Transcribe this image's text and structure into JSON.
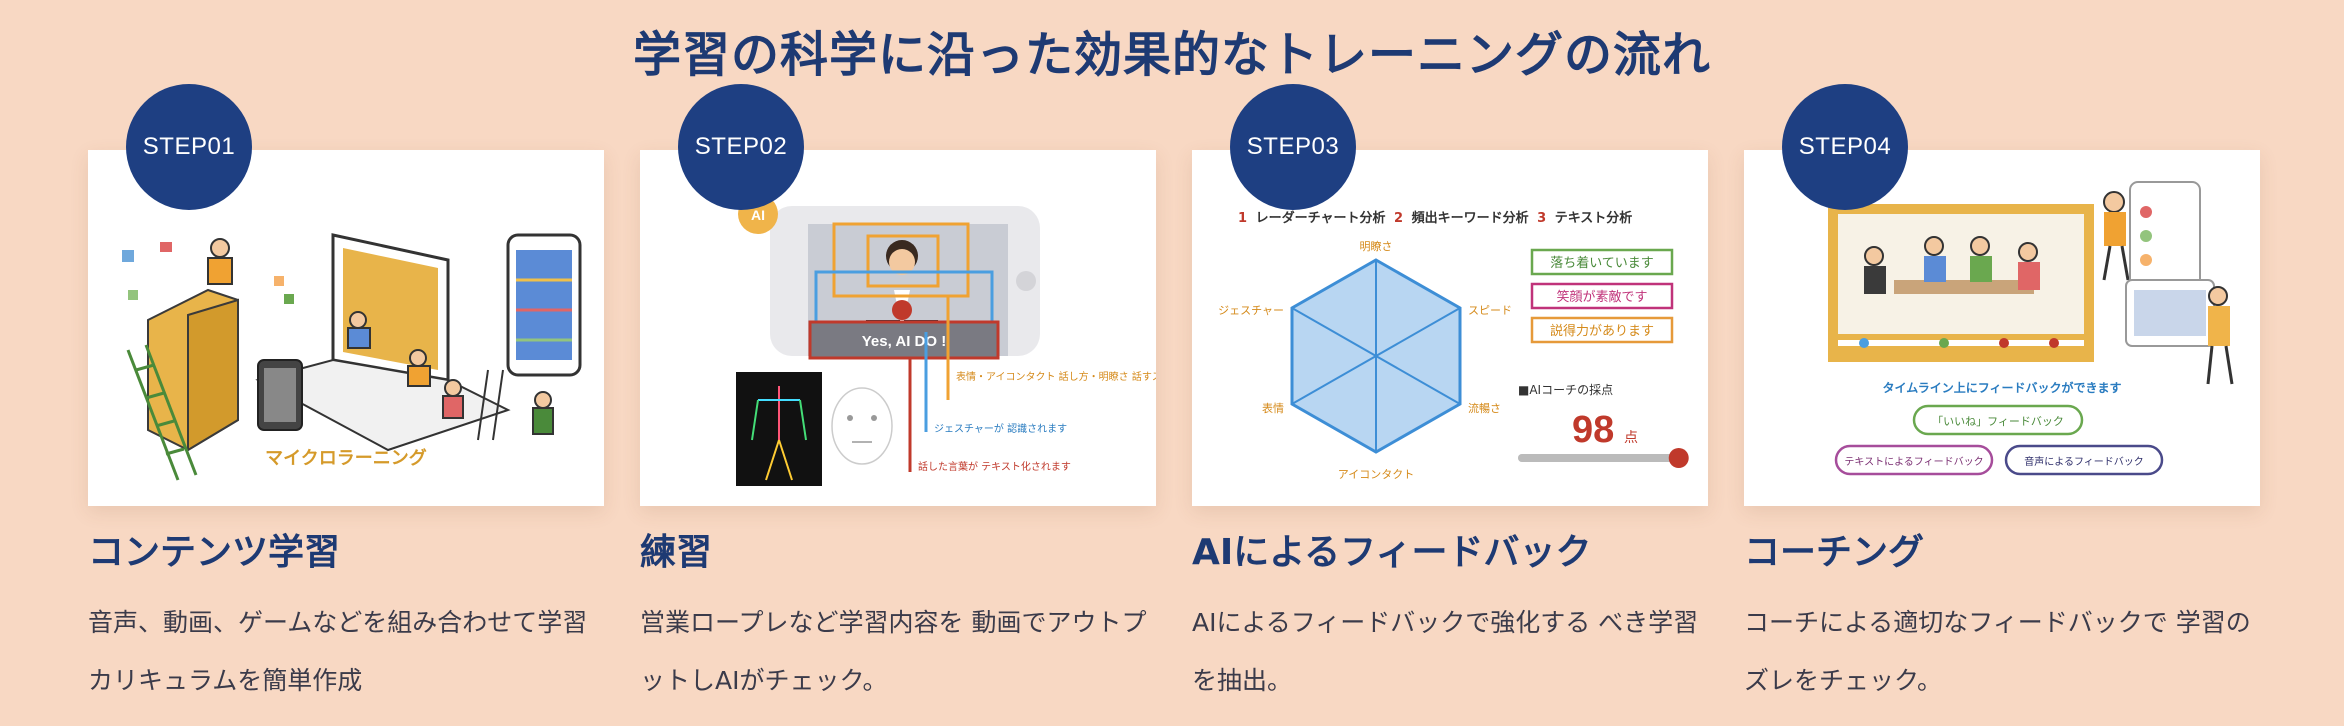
{
  "section": {
    "title": "学習の科学に沿った効果的なトレーニングの流れ"
  },
  "steps": [
    {
      "badge": "STEP01",
      "title": "コンテンツ学習",
      "description": "音声、動画、ゲームなどを組み合わせて学習カリキュラムを簡単作成",
      "illustration": {
        "caption": "マイクロラーニング"
      }
    },
    {
      "badge": "STEP02",
      "title": "練習",
      "description": "営業ロープレなど学習内容を 動画でアウトプットしAIがチェック。",
      "illustration": {
        "ai_tag": "AI",
        "subtitle_bar": "Yes, AI DO !",
        "note_orange": "表情・アイコンタクト 話し方・明瞭さ 話すスピードが認識されます",
        "note_blue": "ジェスチャーが 認識されます",
        "note_red": "話した言葉が テキスト化されます"
      }
    },
    {
      "badge": "STEP03",
      "title": "AIによるフィードバック",
      "description": "AIによるフィードバックで強化する べき学習を抽出。",
      "illustration": {
        "header_num1": "1",
        "header_label1": "レーダーチャート分析",
        "header_num2": "2",
        "header_label2": "頻出キーワード分析",
        "header_num3": "3",
        "header_label3": "テキスト分析",
        "axes": [
          "明瞭さ",
          "スピード",
          "流暢さ",
          "アイコンタクト",
          "表情",
          "ジェスチャー"
        ],
        "tags": [
          "落ち着いています",
          "笑顔が素敵です",
          "説得力があります"
        ],
        "score_label": "■AIコーチの採点",
        "score_value": "98",
        "score_unit": "点"
      }
    },
    {
      "badge": "STEP04",
      "title": "コーチング",
      "description": "コーチによる適切なフィードバックで 学習のズレをチェック。",
      "illustration": {
        "timeline_caption": "タイムライン上にフィードバックができます",
        "bubble_top": "「いいね」フィードバック",
        "bubble_left": "テキストによるフィードバック",
        "bubble_right": "音声によるフィードバック"
      }
    }
  ],
  "colors": {
    "background": "#f8d8c3",
    "navy": "#1e3f82",
    "text": "#3b3b4a"
  }
}
